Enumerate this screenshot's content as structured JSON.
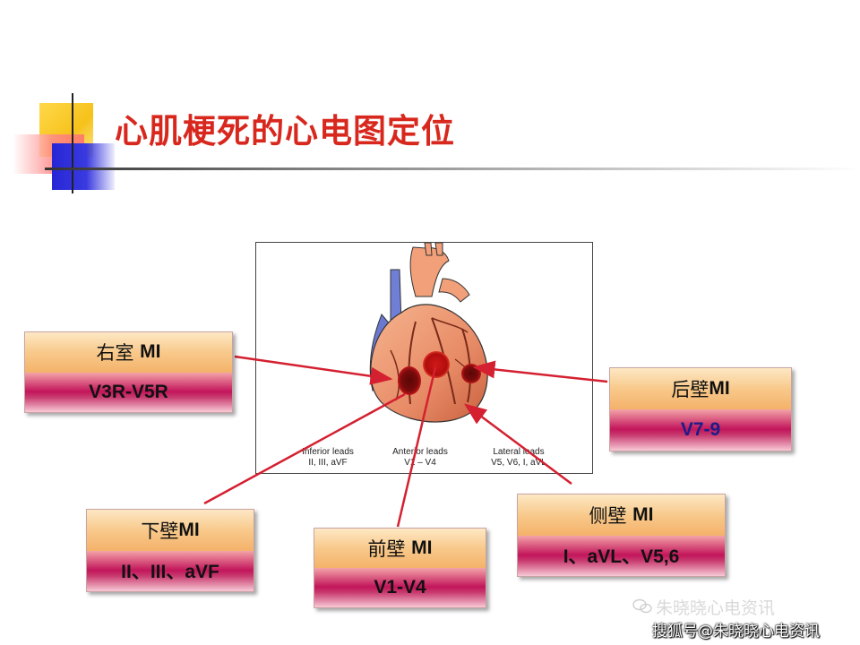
{
  "title": "心肌梗死的心电图定位",
  "figure": {
    "lead_captions": {
      "inferior": [
        "Inferior leads",
        "II, III, aVF"
      ],
      "anterior": [
        "Anterior leads",
        "V1 – V4"
      ],
      "lateral": [
        "Lateral leads",
        "V5, V6, I, aVL"
      ]
    }
  },
  "regions": {
    "right_ventricle": {
      "name": "右室",
      "mi": "MI",
      "leads": "V3R-V5R"
    },
    "posterior": {
      "name": "后壁",
      "mi": "MI",
      "leads": "V7-9"
    },
    "inferior": {
      "name": "下壁",
      "mi": "MI",
      "leads": "II、III、aVF"
    },
    "anterior": {
      "name": "前壁",
      "mi": "MI",
      "leads": "V1-V4"
    },
    "lateral": {
      "name": "侧壁",
      "mi": "MI",
      "leads": "I、aVL、V5,6"
    }
  },
  "colors": {
    "title": "#d8281e",
    "arrow": "#d42030",
    "infarct": "#6b0a0a"
  },
  "watermarks": {
    "wechat": "朱晓晓心电资讯",
    "sohu": "搜狐号@朱晓晓心电资讯"
  }
}
